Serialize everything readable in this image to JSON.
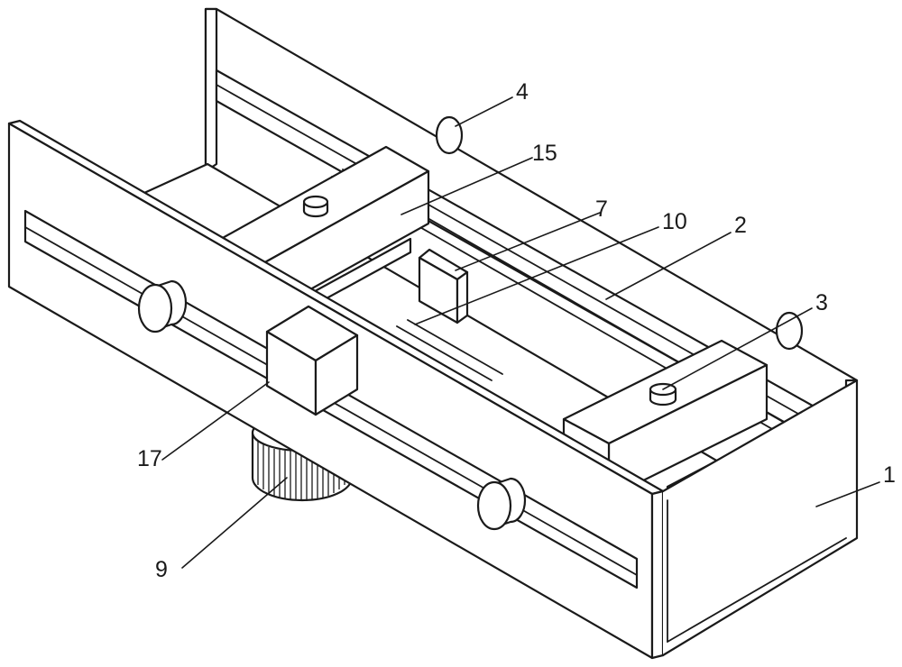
{
  "figure": {
    "labels": [
      {
        "id": "label-1",
        "text": "1"
      },
      {
        "id": "label-2",
        "text": "2"
      },
      {
        "id": "label-3",
        "text": "3"
      },
      {
        "id": "label-4",
        "text": "4"
      },
      {
        "id": "label-7",
        "text": "7"
      },
      {
        "id": "label-9",
        "text": "9"
      },
      {
        "id": "label-10",
        "text": "10"
      },
      {
        "id": "label-15",
        "text": "15"
      },
      {
        "id": "label-17",
        "text": "17"
      }
    ]
  }
}
